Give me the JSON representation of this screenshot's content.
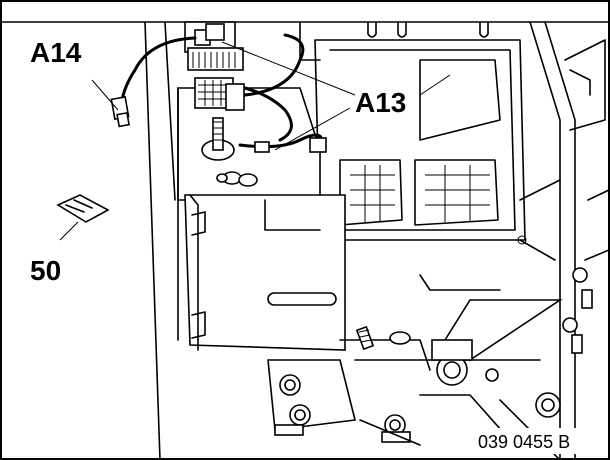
{
  "callouts": {
    "a14": "A14",
    "a13": "A13",
    "n50": "50"
  },
  "figure_ref": "039 0455 B"
}
